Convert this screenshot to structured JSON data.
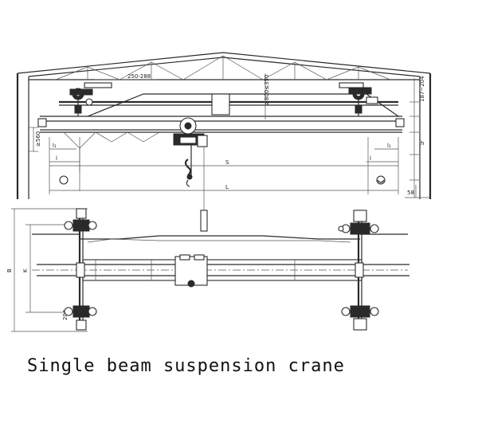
{
  "caption": "Single beam suspension crane",
  "labels": {
    "dim_top": "250-288",
    "dim_vertical": "≥800≤350",
    "dim_right": "187~204",
    "dim_left_height": "≥560",
    "dim_l1_left": "l₁",
    "dim_l1_right": "l₁",
    "dim_l_left": "l",
    "dim_l_right": "l",
    "dim_s": "S",
    "dim_L": "L",
    "dim_58": "58",
    "dim_h": "h",
    "dim_B": "B",
    "dim_K": "K",
    "dim_204": "204"
  }
}
